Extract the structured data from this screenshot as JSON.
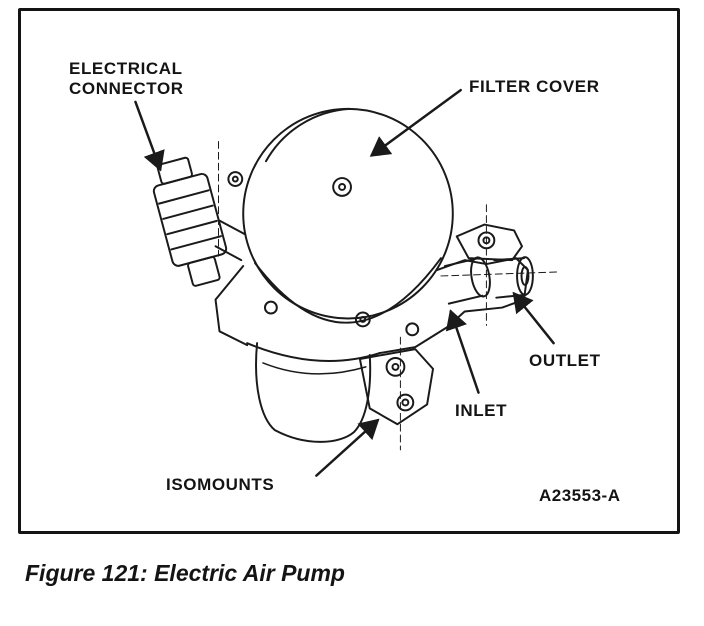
{
  "figure": {
    "caption": "Figure 121: Electric Air Pump",
    "ref_code": "A23553-A",
    "labels": {
      "electrical_connector": "ELECTRICAL\nCONNECTOR",
      "filter_cover": "FILTER COVER",
      "outlet": "OUTLET",
      "inlet": "INLET",
      "isomounts": "ISOMOUNTS"
    },
    "colors": {
      "ink": "#141414",
      "background": "#ffffff"
    }
  }
}
